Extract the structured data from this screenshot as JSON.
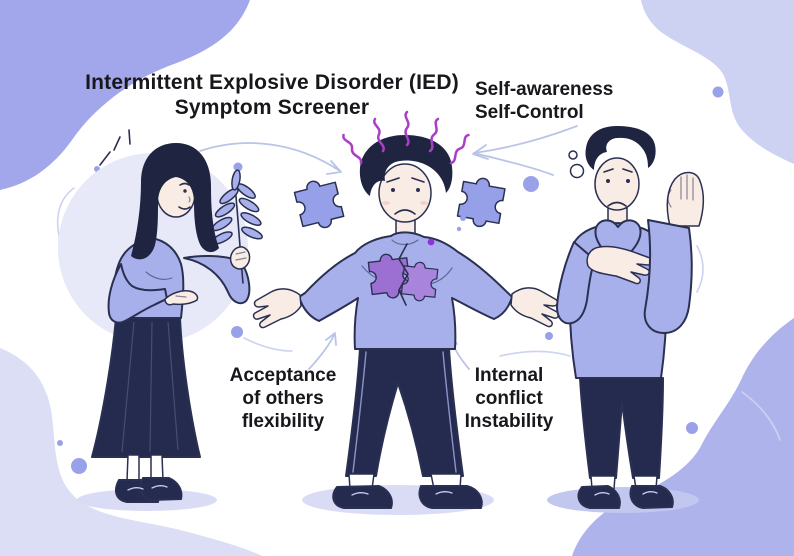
{
  "title": {
    "line1": "Intermittent Explosive Disorder (IED)",
    "line2": "Symptom Screener"
  },
  "labels": {
    "top_right": {
      "lines": [
        "Self-awareness",
        "Self-Control"
      ]
    },
    "bottom_left": {
      "lines": [
        "Acceptance",
        "of others",
        "flexibility"
      ]
    },
    "bottom_right": {
      "lines": [
        "Internal",
        "conflict",
        "Instability"
      ]
    }
  },
  "figures": [
    {
      "name": "woman-olive-branch",
      "description": "Calm woman holding an olive branch"
    },
    {
      "name": "man-broken-puzzle",
      "description": "Distressed man with a broken puzzle piece on his chest and anger squiggles above his head"
    },
    {
      "name": "man-hand-on-heart",
      "description": "Man with hand on heart and raised palm"
    }
  ],
  "icons": [
    "olive-branch-icon",
    "puzzle-piece-icon",
    "broken-puzzle-icon",
    "heart-icon",
    "anger-squiggles-icon",
    "thought-bubbles-icon"
  ],
  "colors": {
    "canvas": "#ffffff",
    "text": "#17171c",
    "blob-tl": "#a2a7ec",
    "blob-tr": "#cdd1f2",
    "blob-bl": "#dcdef6",
    "blob-br": "#aeb3ec",
    "clothing": "#a8b0ec",
    "skin": "#f9ece5",
    "outline": "#2a3052",
    "dark-navy": "#252b4e",
    "hair": "#1f2440",
    "puzzle-purple": "#9c6fd2",
    "puzzle-purple-light": "#a884dc",
    "puzzle-periwinkle": "#96a0e8",
    "magenta": "#ab3ec8",
    "dot": "#99a2e8",
    "arrow": "#b9c4e8",
    "faint-arc": "#ccd2f0",
    "shadow": "#dadcf5",
    "shadow-dark": "#c2c7f0",
    "back-circle": "#e7e9f9"
  }
}
